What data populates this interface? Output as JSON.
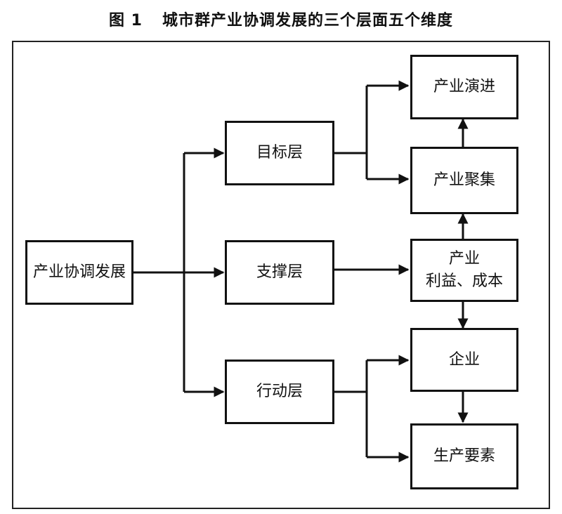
{
  "caption": {
    "figure_number": "图 1",
    "title": "城市群产业协调发展的三个层面五个维度"
  },
  "nodes": {
    "root": "产业协调发展",
    "goal_layer": "目标层",
    "support_layer": "支撑层",
    "action_layer": "行动层",
    "industry_evolution": "产业演进",
    "industry_agglomeration": "产业聚集",
    "benefit_cost_line1": "产业",
    "benefit_cost_line2": "利益、成本",
    "enterprise": "企业",
    "production_factors": "生产要素"
  },
  "colors": {
    "line": "#111111",
    "background": "#ffffff"
  }
}
